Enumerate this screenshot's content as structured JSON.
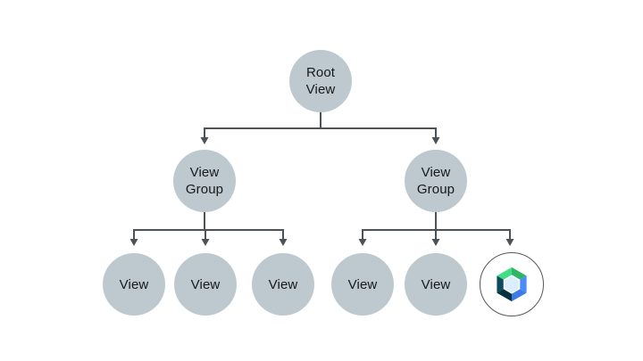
{
  "colors": {
    "background": "#ffffff",
    "node_fill": "#bdc9ce",
    "connector": "#4d5256",
    "text": "#17191a",
    "compose_ring": "#54585a",
    "compose_green_light": "#40dc86",
    "compose_green_dark": "#2eb567",
    "compose_blue_light": "#4c8bf5",
    "compose_blue_dark": "#3d7be8",
    "compose_navy_light": "#0c4a5e",
    "compose_navy_dark": "#07303f",
    "compose_core": "#daeefb"
  },
  "nodes": {
    "root": {
      "line1": "Root",
      "line2": "View"
    },
    "group_left": {
      "line1": "View",
      "line2": "Group"
    },
    "group_right": {
      "line1": "View",
      "line2": "Group"
    },
    "view_left_1": {
      "label": "View"
    },
    "view_left_2": {
      "label": "View"
    },
    "view_left_3": {
      "label": "View"
    },
    "view_right_1": {
      "label": "View"
    },
    "view_right_2": {
      "label": "View"
    },
    "compose": {
      "icon": "jetpack-compose-logo"
    }
  }
}
